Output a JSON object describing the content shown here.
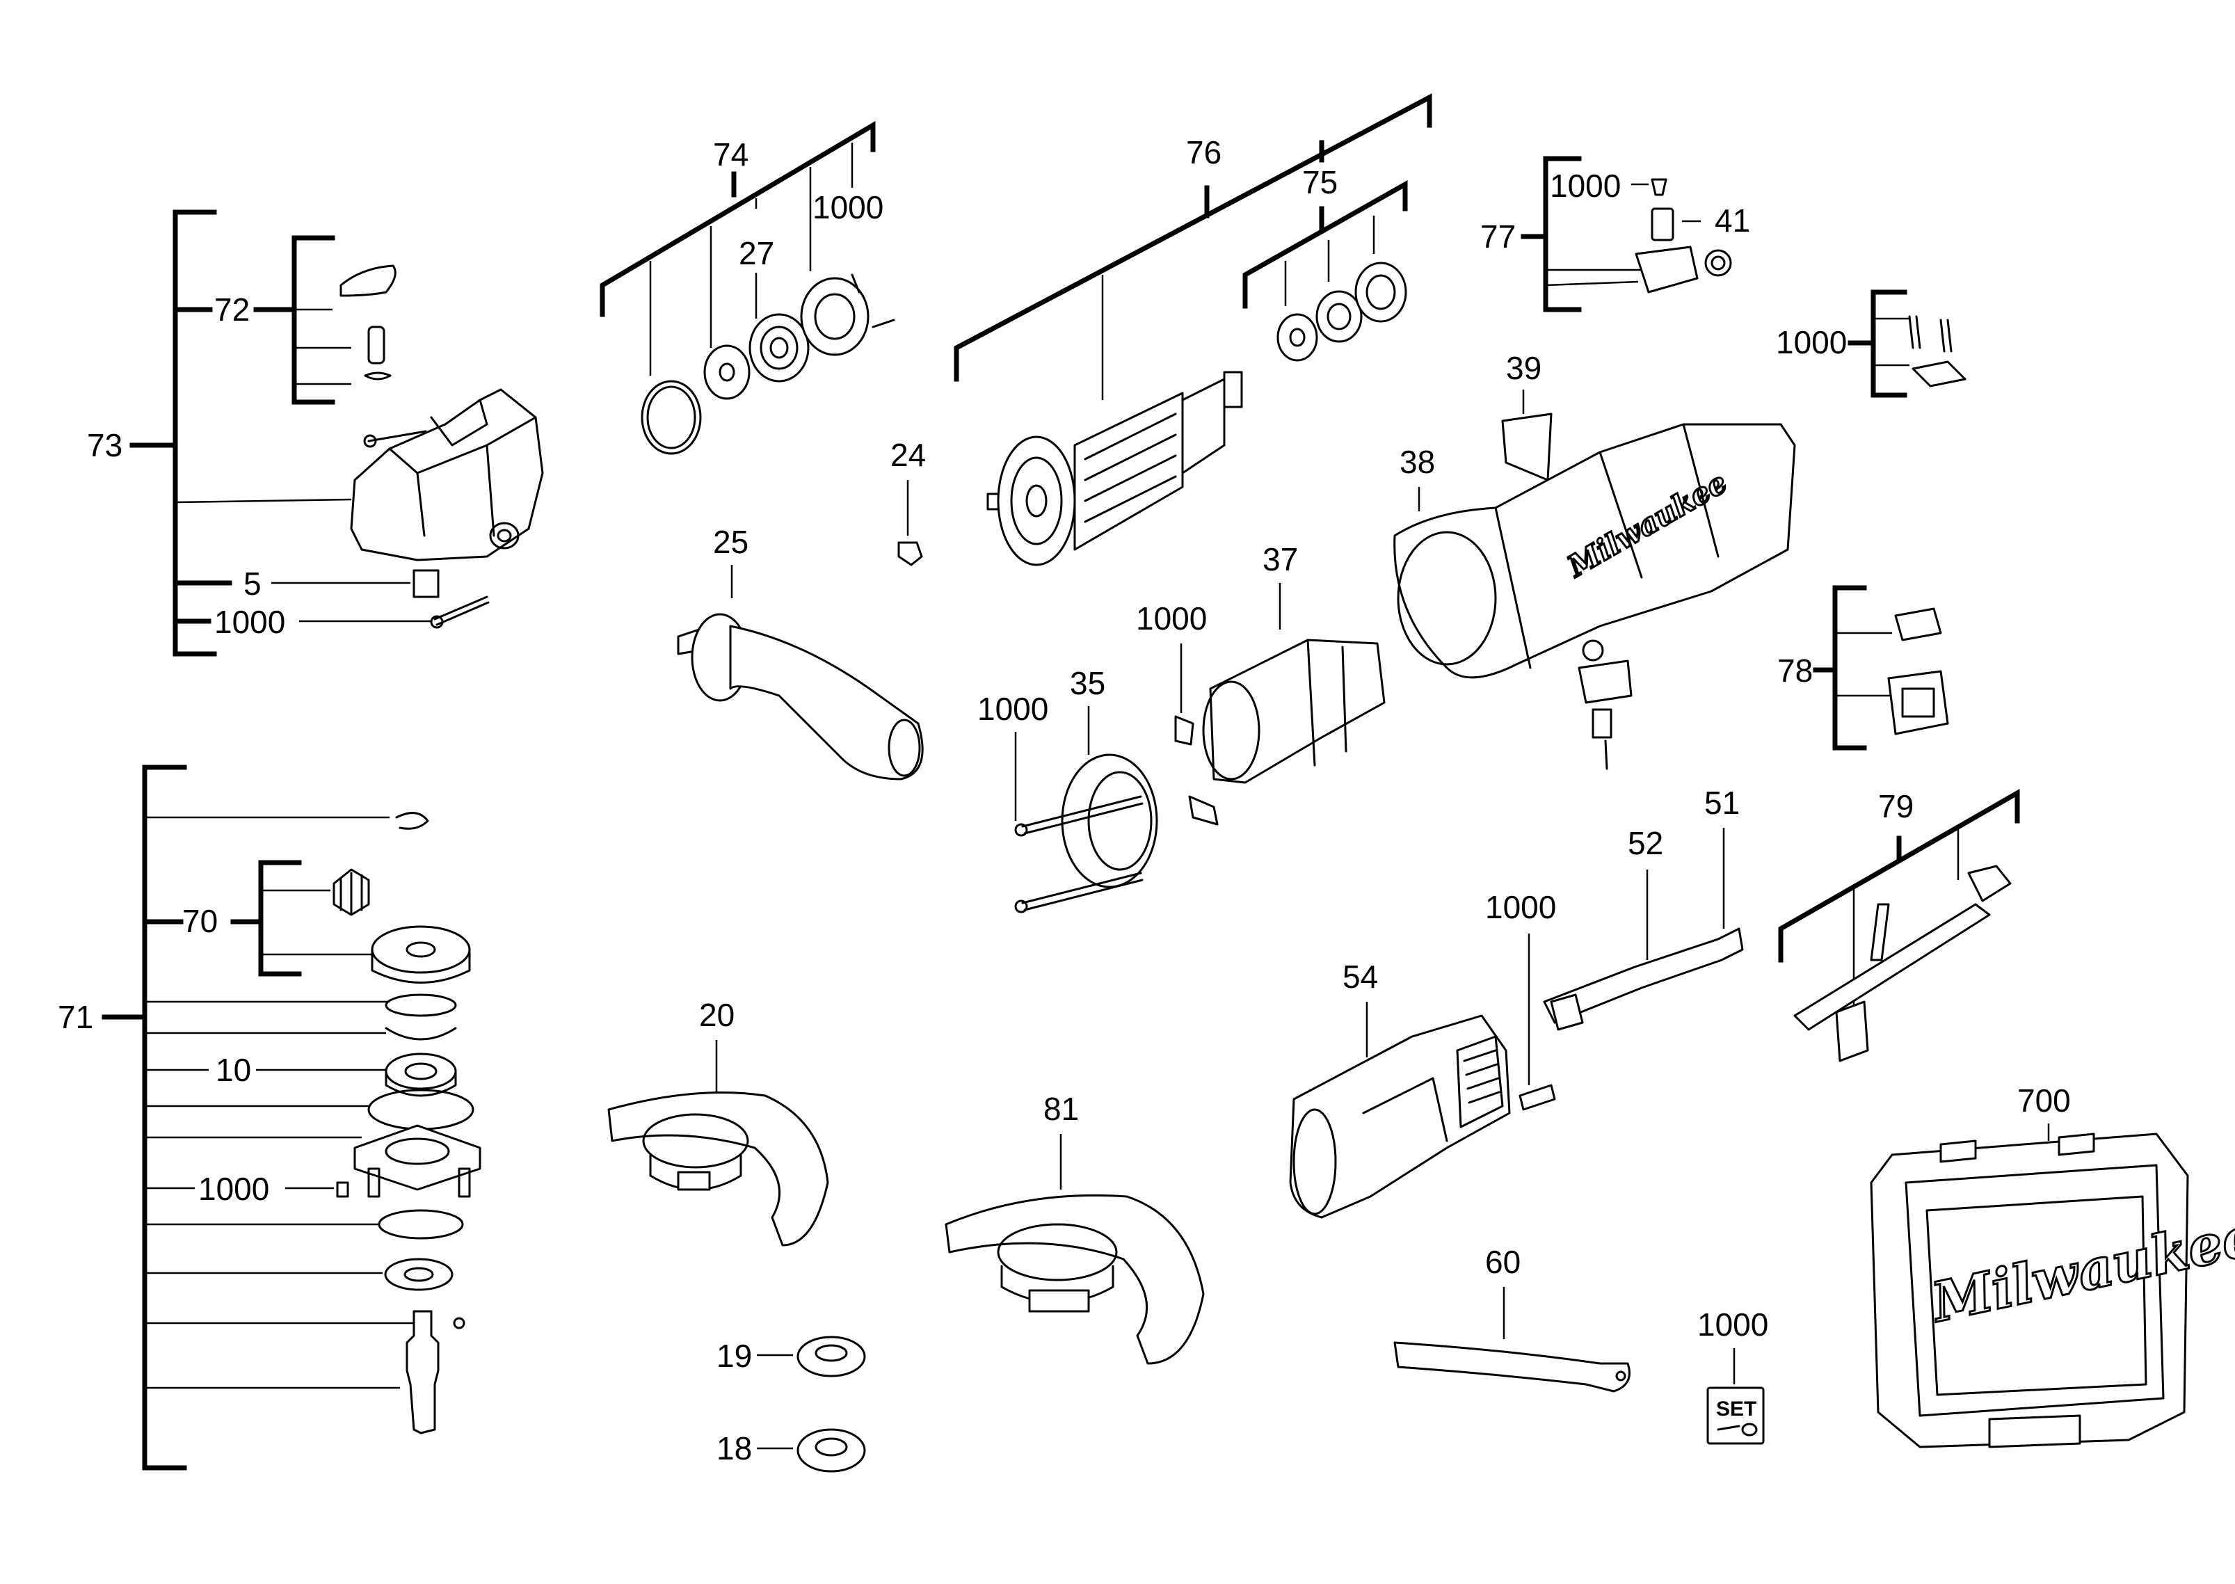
{
  "labels": {
    "p73": "73",
    "p72": "72",
    "p5": "5",
    "p1000_a": "1000",
    "p74": "74",
    "p1000_b": "1000",
    "p27": "27",
    "p76": "76",
    "p75": "75",
    "p77": "77",
    "p1000_c": "1000",
    "p41": "41",
    "p1000_d": "1000",
    "p39": "39",
    "p38": "38",
    "p24": "24",
    "p25": "25",
    "p37": "37",
    "p1000_e": "1000",
    "p35": "35",
    "p1000_f": "1000",
    "p78": "78",
    "p51": "51",
    "p52": "52",
    "p79": "79",
    "p1000_g": "1000",
    "p71": "71",
    "p70": "70",
    "p10": "10",
    "p1000_h": "1000",
    "p20": "20",
    "p81": "81",
    "p54": "54",
    "p700": "700",
    "p60": "60",
    "p1000_i": "1000",
    "p19": "19",
    "p18": "18"
  },
  "brand": {
    "housing_logo": "Milwaukee",
    "case_logo": "Milwaukee",
    "set_label": "SET"
  }
}
